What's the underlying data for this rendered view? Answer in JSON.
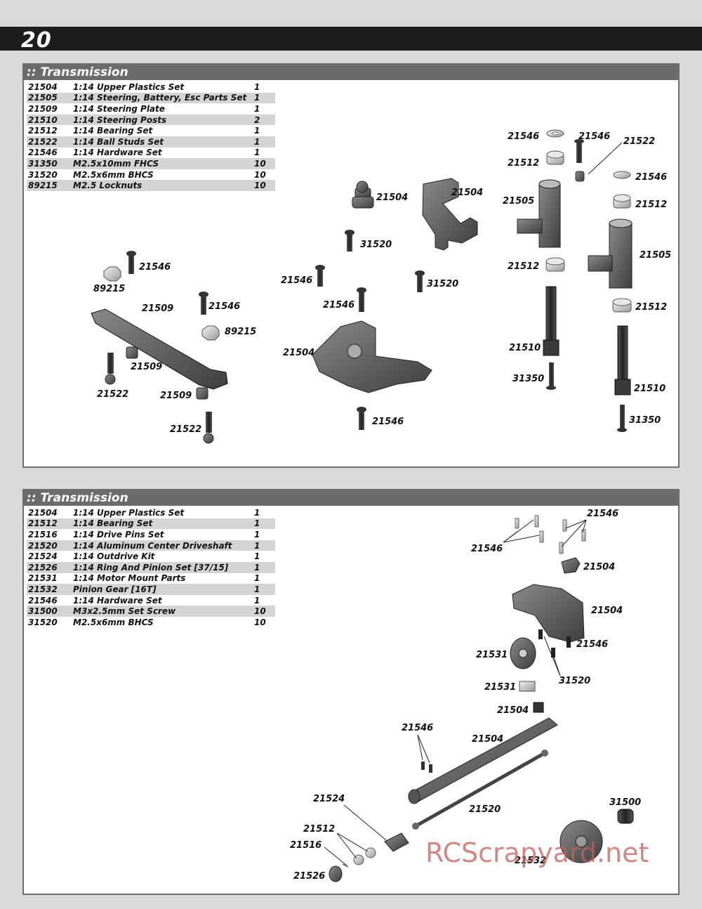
{
  "page": {
    "number": "20"
  },
  "panels": [
    {
      "title": ":: Transmission",
      "parts": [
        {
          "num": "21504",
          "desc": "1:14 Upper Plastics Set",
          "qty": "1"
        },
        {
          "num": "21505",
          "desc": "1:14 Steering, Battery, Esc Parts Set",
          "qty": "1"
        },
        {
          "num": "21509",
          "desc": "1:14 Steering Plate",
          "qty": "1"
        },
        {
          "num": "21510",
          "desc": "1:14 Steering Posts",
          "qty": "2"
        },
        {
          "num": "21512",
          "desc": "1:14 Bearing Set",
          "qty": "1"
        },
        {
          "num": "21522",
          "desc": "1:14 Ball Studs Set",
          "qty": "1"
        },
        {
          "num": "21546",
          "desc": "1:14 Hardware Set",
          "qty": "1"
        },
        {
          "num": "31350",
          "desc": "M2.5x10mm FHCS",
          "qty": "10"
        },
        {
          "num": "31520",
          "desc": "M2.5x6mm BHCS",
          "qty": "10"
        },
        {
          "num": "89215",
          "desc": "M2.5 Locknuts",
          "qty": "10"
        }
      ],
      "callouts": [
        "21546",
        "21546",
        "21522",
        "21512",
        "21546",
        "21512",
        "21505",
        "21504",
        "21504",
        "31520",
        "21505",
        "21512",
        "21512",
        "21546",
        "89215",
        "21509",
        "21546",
        "31520",
        "21546",
        "21546",
        "89215",
        "21504",
        "21510",
        "21509",
        "31350",
        "21522",
        "21509",
        "21510",
        "21546",
        "31350",
        "21522"
      ]
    },
    {
      "title": ":: Transmission",
      "parts": [
        {
          "num": "21504",
          "desc": "1:14 Upper Plastics Set",
          "qty": "1"
        },
        {
          "num": "21512",
          "desc": "1:14 Bearing Set",
          "qty": "1"
        },
        {
          "num": "21516",
          "desc": "1:14 Drive Pins Set",
          "qty": "1"
        },
        {
          "num": "21520",
          "desc": "1:14 Aluminum Center Driveshaft",
          "qty": "1"
        },
        {
          "num": "21524",
          "desc": "1:14 Outdrive Kit",
          "qty": "1"
        },
        {
          "num": "21526",
          "desc": "1:14 Ring And Pinion Set [37/15]",
          "qty": "1"
        },
        {
          "num": "21531",
          "desc": "1:14 Motor Mount Parts",
          "qty": "1"
        },
        {
          "num": "21532",
          "desc": "Pinion Gear [16T]",
          "qty": "1"
        },
        {
          "num": "21546",
          "desc": "1:14 Hardware Set",
          "qty": "1"
        },
        {
          "num": "31500",
          "desc": "M3x2.5mm Set Screw",
          "qty": "10"
        },
        {
          "num": "31520",
          "desc": "M2.5x6mm BHCS",
          "qty": "10"
        }
      ],
      "callouts": [
        "21546",
        "21546",
        "21504",
        "21504",
        "21546",
        "21531",
        "31520",
        "21531",
        "21504",
        "21546",
        "21504",
        "21524",
        "21520",
        "31500",
        "21512",
        "21516",
        "21532",
        "21526"
      ]
    }
  ],
  "watermark": "RCScrapyard.net"
}
